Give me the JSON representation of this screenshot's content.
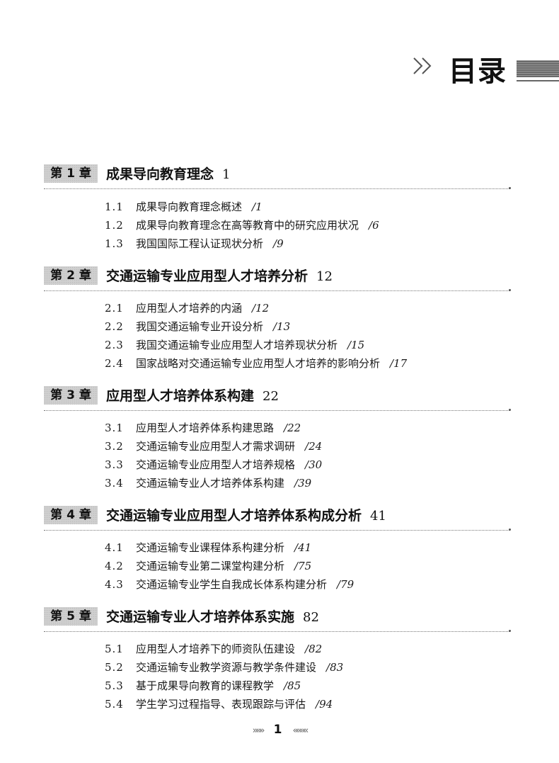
{
  "header": {
    "title": "目录",
    "arrows": "»"
  },
  "chapters": [
    {
      "tag": "第 1 章",
      "title": "成果导向教育理念",
      "page": "1",
      "sections": [
        {
          "num": "1.1",
          "title": "成果导向教育理念概述",
          "page": "/1"
        },
        {
          "num": "1.2",
          "title": "成果导向教育理念在高等教育中的研究应用状况",
          "page": "/6"
        },
        {
          "num": "1.3",
          "title": "我国国际工程认证现状分析",
          "page": "/9"
        }
      ]
    },
    {
      "tag": "第 2 章",
      "title": "交通运输专业应用型人才培养分析",
      "page": "12",
      "sections": [
        {
          "num": "2.1",
          "title": "应用型人才培养的内涵",
          "page": "/12"
        },
        {
          "num": "2.2",
          "title": "我国交通运输专业开设分析",
          "page": "/13"
        },
        {
          "num": "2.3",
          "title": "我国交通运输专业应用型人才培养现状分析",
          "page": "/15"
        },
        {
          "num": "2.4",
          "title": "国家战略对交通运输专业应用型人才培养的影响分析",
          "page": "/17"
        }
      ]
    },
    {
      "tag": "第 3 章",
      "title": "应用型人才培养体系构建",
      "page": "22",
      "sections": [
        {
          "num": "3.1",
          "title": "应用型人才培养体系构建思路",
          "page": "/22"
        },
        {
          "num": "3.2",
          "title": "交通运输专业应用型人才需求调研",
          "page": "/24"
        },
        {
          "num": "3.3",
          "title": "交通运输专业应用型人才培养规格",
          "page": "/30"
        },
        {
          "num": "3.4",
          "title": "交通运输专业人才培养体系构建",
          "page": "/39"
        }
      ]
    },
    {
      "tag": "第 4 章",
      "title": "交通运输专业应用型人才培养体系构成分析",
      "page": "41",
      "sections": [
        {
          "num": "4.1",
          "title": "交通运输专业课程体系构建分析",
          "page": "/41"
        },
        {
          "num": "4.2",
          "title": "交通运输专业第二课堂构建分析",
          "page": "/75"
        },
        {
          "num": "4.3",
          "title": "交通运输专业学生自我成长体系构建分析",
          "page": "/79"
        }
      ]
    },
    {
      "tag": "第 5 章",
      "title": "交通运输专业人才培养体系实施",
      "page": "82",
      "sections": [
        {
          "num": "5.1",
          "title": "应用型人才培养下的师资队伍建设",
          "page": "/82"
        },
        {
          "num": "5.2",
          "title": "交通运输专业教学资源与教学条件建设",
          "page": "/83"
        },
        {
          "num": "5.3",
          "title": "基于成果导向教育的课程教学",
          "page": "/85"
        },
        {
          "num": "5.4",
          "title": "学生学习过程指导、表现跟踪与评估",
          "page": "/94"
        }
      ]
    }
  ],
  "footer": {
    "page_number": "1",
    "left_mark": "»»»",
    "right_mark": "««««"
  }
}
